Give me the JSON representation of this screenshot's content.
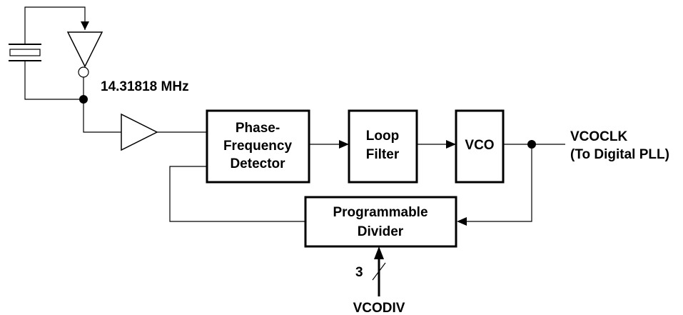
{
  "diagram": {
    "crystal_frequency": "14.31818 MHz",
    "blocks": {
      "phase_frequency_detector": [
        "Phase-",
        "Frequency",
        "Detector"
      ],
      "loop_filter": [
        "Loop",
        "Filter"
      ],
      "vco": [
        "VCO"
      ],
      "programmable_divider": [
        "Programmable",
        "Divider"
      ]
    },
    "output": [
      "VCOCLK",
      "(To Digital PLL)"
    ],
    "divider_input": {
      "bus_width": "3",
      "label": "VCODIV"
    }
  }
}
